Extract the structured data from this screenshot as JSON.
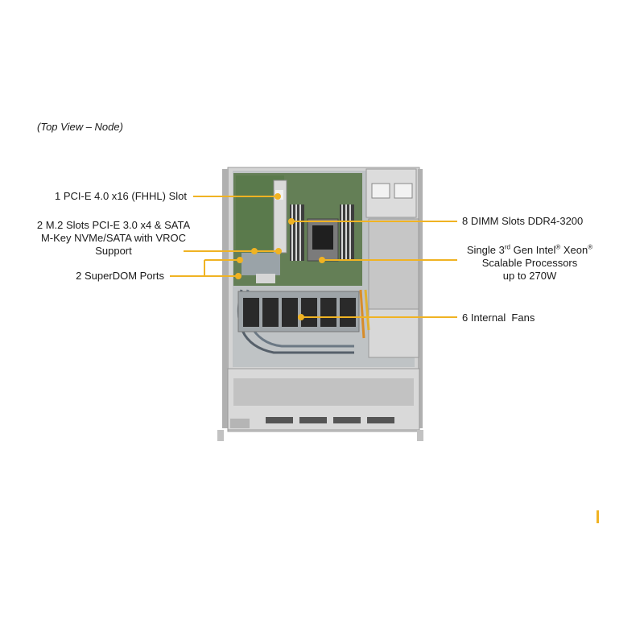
{
  "caption": "(Top View – Node)",
  "labels": {
    "pcie_slot": "1 PCI-E 4.0 x16 (FHHL) Slot",
    "m2_line1": "2 M.2 Slots PCI-E 3.0 x4 & SATA",
    "m2_line2": "M-Key NVMe/SATA with VROC",
    "m2_line3": "Support",
    "superdom": "2 SuperDOM Ports",
    "dimm": "8 DIMM Slots DDR4-3200",
    "cpu_single": "Single 3",
    "cpu_sup_rd": "rd",
    "cpu_gen": " Gen Intel",
    "cpu_sup_reg1": "®",
    "cpu_xeon": " Xeon",
    "cpu_sup_reg2": "®",
    "cpu_line2": "Scalable Processors",
    "cpu_line3": "up to 270W",
    "fans": "6 Internal  Fans"
  },
  "colors": {
    "callout": "#f0b323",
    "chassis": "#c9c9c9",
    "board": "#5d7a4f",
    "fan": "#2a2a2a"
  }
}
